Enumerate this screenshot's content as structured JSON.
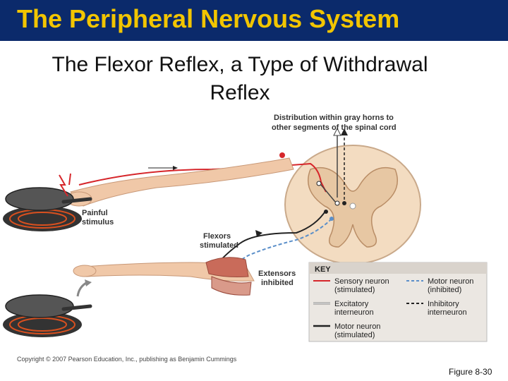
{
  "header": {
    "title": "The Peripheral Nervous System"
  },
  "slide": {
    "subtitle_line1": "The Flexor Reflex, a Type of Withdrawal",
    "subtitle_line2": "Reflex"
  },
  "figure": {
    "distribution_line1": "Distribution within gray horns to",
    "distribution_line2": "other segments of the spinal cord",
    "painful_line1": "Painful",
    "painful_line2": "stimulus",
    "flexors_line1": "Flexors",
    "flexors_line2": "stimulated",
    "extensors_line1": "Extensors",
    "extensors_line2": "inhibited"
  },
  "key": {
    "title": "KEY",
    "sensory_line1": "Sensory neuron",
    "sensory_line2": "(stimulated)",
    "excitatory_line1": "Excitatory",
    "excitatory_line2": "interneuron",
    "motor_stim_line1": "Motor neuron",
    "motor_stim_line2": "(stimulated)",
    "motor_inhib_line1": "Motor neuron",
    "motor_inhib_line2": "(inhibited)",
    "inhibitory_line1": "Inhibitory",
    "inhibitory_line2": "interneuron"
  },
  "footer": {
    "copyright": "Copyright © 2007 Pearson Education, Inc., publishing as Benjamin Cummings",
    "figure_number": "Figure 8-30"
  },
  "colors": {
    "title_bar": "#0b2a6b",
    "title_text": "#f2c500",
    "sensory": "#d6262b",
    "motor_inhibited": "#5b8fc9",
    "motor_stimulated": "#222222",
    "spinal_cord": "#f3dcc1"
  }
}
